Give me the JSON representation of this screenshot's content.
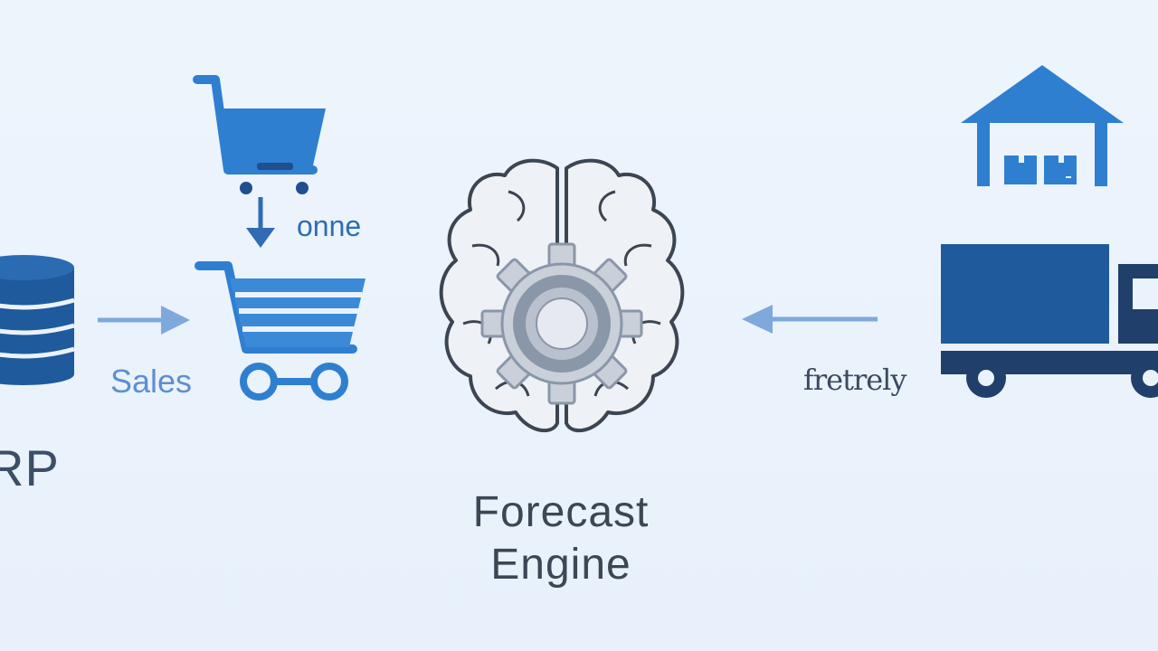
{
  "diagram": {
    "nodes": {
      "erp": {
        "label": "RP",
        "icon": "database-icon"
      },
      "sales": {
        "label": "Sales",
        "icon": "shopping-cart-icon"
      },
      "online": {
        "label": "onne",
        "icon": "shopping-cart-icon"
      },
      "engine": {
        "line1": "Forecast",
        "line2": "Engine",
        "icon": "brain-gear-icon"
      },
      "warehouse": {
        "icon": "warehouse-icon"
      },
      "freight": {
        "label": "fretrely",
        "icon": "truck-icon"
      }
    },
    "edges": [
      {
        "from": "erp",
        "to": "sales",
        "icon": "arrow-right-icon"
      },
      {
        "from": "online",
        "to": "sales",
        "icon": "arrow-down-icon"
      },
      {
        "from": "freight",
        "to": "engine",
        "icon": "arrow-left-icon"
      }
    ]
  },
  "colors": {
    "background": "#eaf2fb",
    "primary_blue": "#2f7fd1",
    "dark_blue": "#1f5a9c",
    "navy": "#213f6b",
    "light_arrow": "#7fa8dc",
    "gear_gray": "#8a97a8",
    "brain_outline": "#3c4552",
    "text_dark": "#3d4654"
  }
}
